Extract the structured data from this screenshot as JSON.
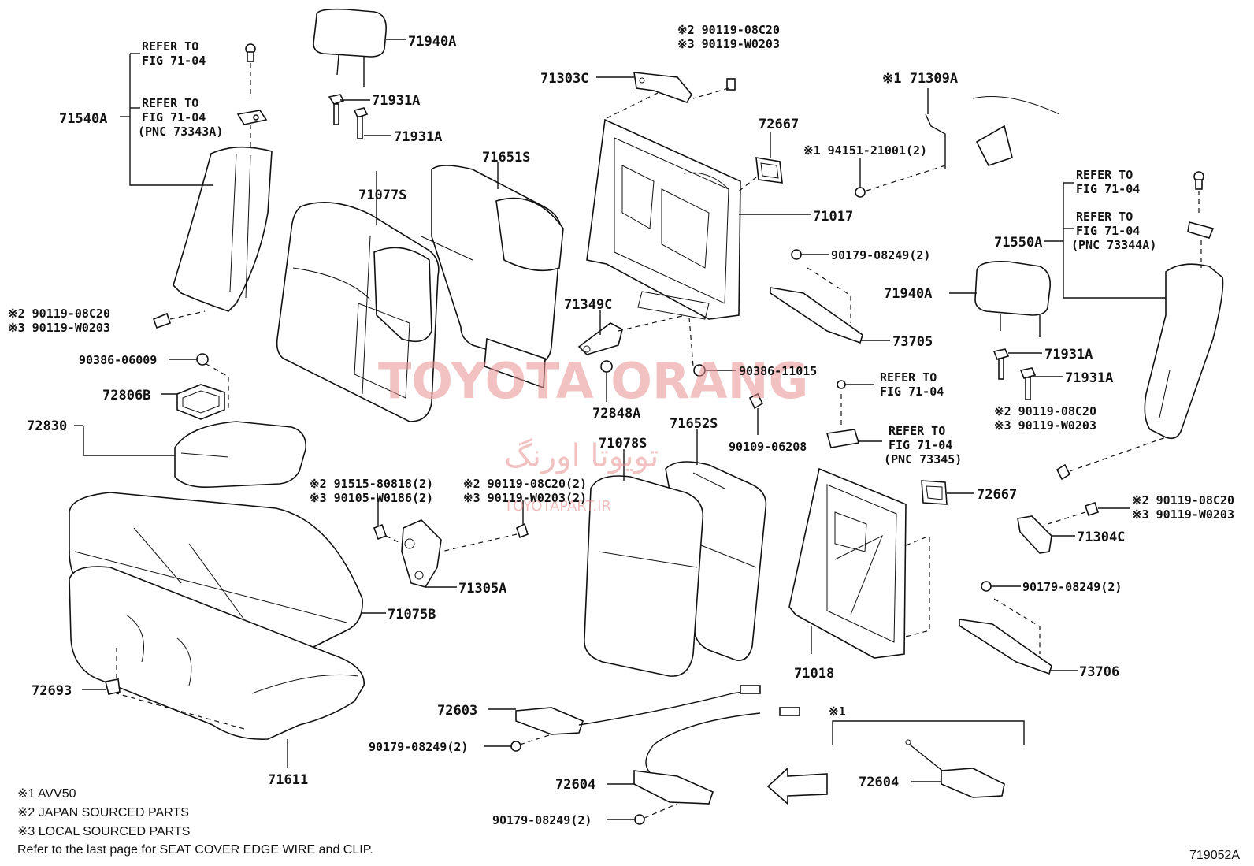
{
  "diagram_id": "719052A",
  "watermark": {
    "main": "TOYOTA ORANG",
    "persian": "تویوتا اورنگ",
    "site": "TOYOTAPART.IR"
  },
  "footnotes": [
    "※1 AVV50",
    "※2 JAPAN SOURCED PARTS",
    "※3 LOCAL SOURCED PARTS",
    "Refer to the last page for SEAT COVER EDGE WIRE and CLIP."
  ],
  "labels": {
    "p71940A_top": "71940A",
    "p71931A_1": "71931A",
    "p71931A_2": "71931A",
    "p71540A": "71540A",
    "ref_a1": "REFER TO",
    "ref_a1b": "FIG 71-04",
    "ref_a2": "REFER TO",
    "ref_a2b": "FIG 71-04",
    "ref_a2c": "(PNC 73343A)",
    "p71651S": "71651S",
    "p71077S": "71077S",
    "bolt_left_1": "※2 90119-08C20",
    "bolt_left_2": "※3 90119-W0203",
    "p90386_06009": "90386-06009",
    "p72806B": "72806B",
    "p72830": "72830",
    "p71303C": "71303C",
    "bolt_top_1": "※2 90119-08C20",
    "bolt_top_2": "※3 90119-W0203",
    "p72667_top": "72667",
    "p71017": "71017",
    "p71349C": "71349C",
    "p72848A": "72848A",
    "p90386_11015": "90386-11015",
    "p90109_06208": "90109-06208",
    "p71309A": "※1 71309A",
    "p94151": "※1 94151-21001(2)",
    "p90179_a": "90179-08249(2)",
    "p73705": "73705",
    "ref_c1": "REFER TO",
    "ref_c1b": "FIG 71-04",
    "ref_c2": "REFER TO",
    "ref_c2b": "FIG 71-04",
    "ref_c2c": "(PNC 73345)",
    "ref_r1": "REFER TO",
    "ref_r1b": "FIG 71-04",
    "ref_r2": "REFER TO",
    "ref_r2b": "FIG 71-04",
    "ref_r2c": "(PNC 73344A)",
    "p71550A": "71550A",
    "p71940A_right": "71940A",
    "p71931A_3": "71931A",
    "p71931A_4": "71931A",
    "bolt_right_1": "※2 90119-08C20",
    "bolt_right_2": "※3 90119-W0203",
    "p72667_mid": "72667",
    "bolt_r2_1": "※2 90119-08C20",
    "bolt_r2_2": "※3 90119-W0203",
    "p71304C": "71304C",
    "p90179_b": "90179-08249(2)",
    "p73706": "73706",
    "p71018": "71018",
    "p71652S": "71652S",
    "p71078S": "71078S",
    "p91515_1": "※2 91515-80818(2)",
    "p91515_2": "※3 90105-W0186(2)",
    "p90119_mid_1": "※2 90119-08C20(2)",
    "p90119_mid_2": "※3 90119-W0203(2)",
    "p71305A": "71305A",
    "p71075B": "71075B",
    "p72693": "72693",
    "p71611": "71611",
    "p72603": "72603",
    "p90179_c": "90179-08249(2)",
    "p72604_a": "72604",
    "p90179_d": "90179-08249(2)",
    "p72604_b": "72604",
    "avv_ref": "※1"
  }
}
